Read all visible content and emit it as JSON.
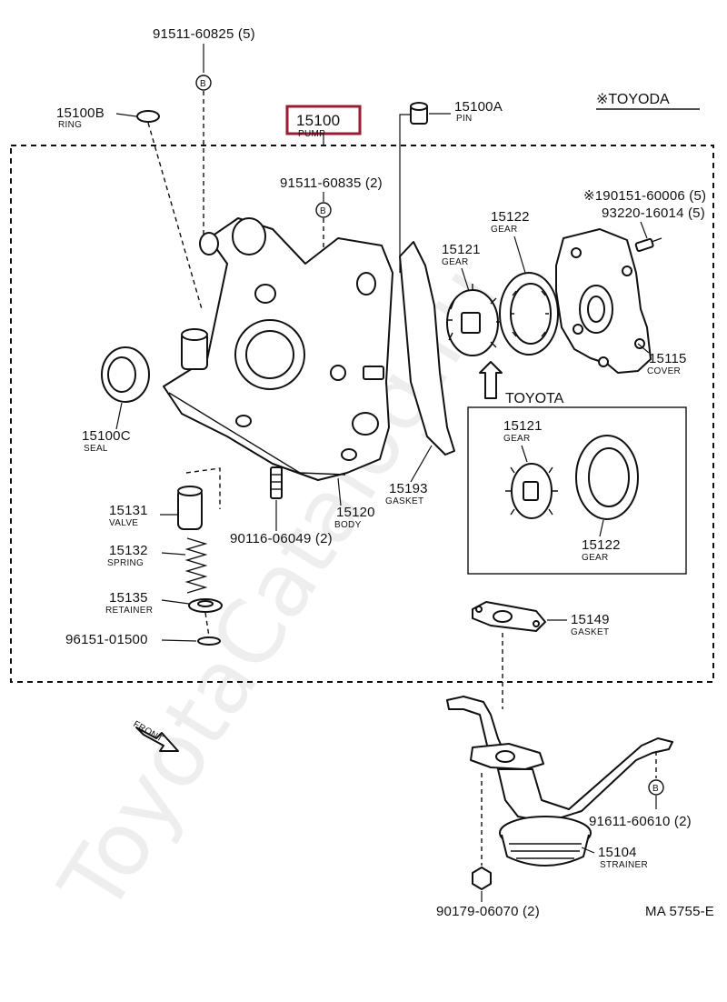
{
  "diagram_code": "MA 5755-E",
  "watermark": "ToyotaCatalog.ru",
  "highlight_color": "#9b1b30",
  "notes": {
    "toyoda": "※TOYODA",
    "toyota": "TOYOTA"
  },
  "parts": {
    "p91511_60825": {
      "num": "91511-60825 (5)"
    },
    "p15100B": {
      "num": "15100B",
      "name": "RING"
    },
    "p15100": {
      "num": "15100",
      "name": "PUMP"
    },
    "p15100A": {
      "num": "15100A",
      "name": "PIN"
    },
    "p91511_60835": {
      "num": "91511-60835 (2)"
    },
    "p190151_60006": {
      "num": "※190151-60006 (5)"
    },
    "p93220_16014": {
      "num": "93220-16014 (5)"
    },
    "p15122_top": {
      "num": "15122",
      "name": "GEAR"
    },
    "p15121_top": {
      "num": "15121",
      "name": "GEAR"
    },
    "p15115": {
      "num": "15115",
      "name": "COVER"
    },
    "p15100C": {
      "num": "15100C",
      "name": "SEAL"
    },
    "p15121_box": {
      "num": "15121",
      "name": "GEAR"
    },
    "p15122_box": {
      "num": "15122",
      "name": "GEAR"
    },
    "p15193": {
      "num": "15193",
      "name": "GASKET"
    },
    "p15120": {
      "num": "15120",
      "name": "BODY"
    },
    "p15131": {
      "num": "15131",
      "name": "VALVE"
    },
    "p15132": {
      "num": "15132",
      "name": "SPRING"
    },
    "p15135": {
      "num": "15135",
      "name": "RETAINER"
    },
    "p90116_06049": {
      "num": "90116-06049 (2)"
    },
    "p96151_01500": {
      "num": "96151-01500"
    },
    "p15149": {
      "num": "15149",
      "name": "GASKET"
    },
    "p91611_60610": {
      "num": "91611-60610 (2)"
    },
    "p15104": {
      "num": "15104",
      "name": "STRAINER"
    },
    "p90179_06070": {
      "num": "90179-06070 (2)"
    }
  },
  "markers": {
    "b": "B"
  },
  "front_label": "FRONT"
}
